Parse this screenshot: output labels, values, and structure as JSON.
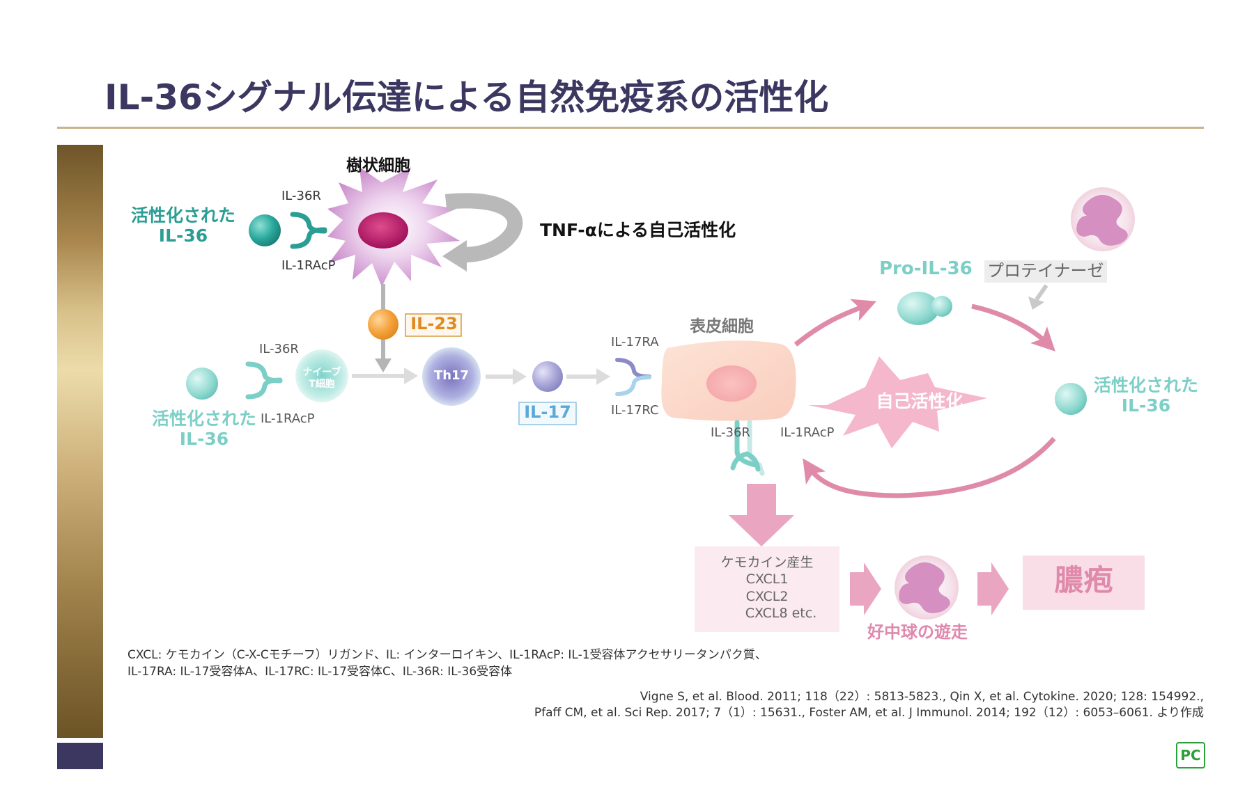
{
  "title": "IL-36シグナル伝達による自然免疫系の活性化",
  "labels": {
    "dendritic_cell": "樹状細胞",
    "il36r_top": "IL-36R",
    "il1racp_top": "IL-1RAcP",
    "activated_il36_top_line1": "活性化された",
    "activated_il36_top_line2": "IL-36",
    "tnf_alpha": "TNF-αによる自己活性化",
    "il23": "IL-23",
    "il36r_left": "IL-36R",
    "naive_t_line1": "ナイーブ",
    "naive_t_line2": "T細胞",
    "il1racp_left": "IL-1RAcP",
    "activated_il36_left_line1": "活性化された",
    "activated_il36_left_line2": "IL-36",
    "th17": "Th17",
    "il17": "IL-17",
    "il17ra": "IL-17RA",
    "il17rc": "IL-17RC",
    "keratinocyte": "表皮細胞",
    "il36r_epi": "IL-36R",
    "il1racp_epi": "IL-1RAcP",
    "pro_il36": "Pro-IL-36",
    "proteinase": "プロテイナーゼ",
    "self_activation": "自己活性化",
    "activated_il36_right_line1": "活性化された",
    "activated_il36_right_line2": "IL-36",
    "chemokine_title": "ケモカイン産生",
    "cxcl1": "CXCL1",
    "cxcl2": "CXCL2",
    "cxcl8": "CXCL8 etc.",
    "neutrophil_migration": "好中球の遊走",
    "pustule": "膿疱"
  },
  "footnotes": {
    "abbr_line1": "CXCL: ケモカイン（C-X-Cモチーフ）リガンド、IL: インターロイキン、IL-1RAcP: IL-1受容体アクセサリータンパク質、",
    "abbr_line2": "IL-17RA: IL-17受容体A、IL-17RC: IL-17受容体C、IL-36R: IL-36受容体",
    "ref_line1": "Vigne S, et al. Blood. 2011; 118（22）: 5813-5823., Qin X, et al. Cytokine. 2020; 128: 154992.,",
    "ref_line2": "Pfaff CM, et al. Sci Rep. 2017; 7（1）: 15631., Foster AM, et al. J Immunol. 2014; 192（12）: 6053–6061. より作成"
  },
  "logo": "PC",
  "colors": {
    "title": "#3b3760",
    "teal": "#2a9e94",
    "light_teal": "#7ccfc6",
    "pink": "#e089ad",
    "il23_orange": "#f0a030",
    "il17_blue": "#5aa9d8"
  }
}
